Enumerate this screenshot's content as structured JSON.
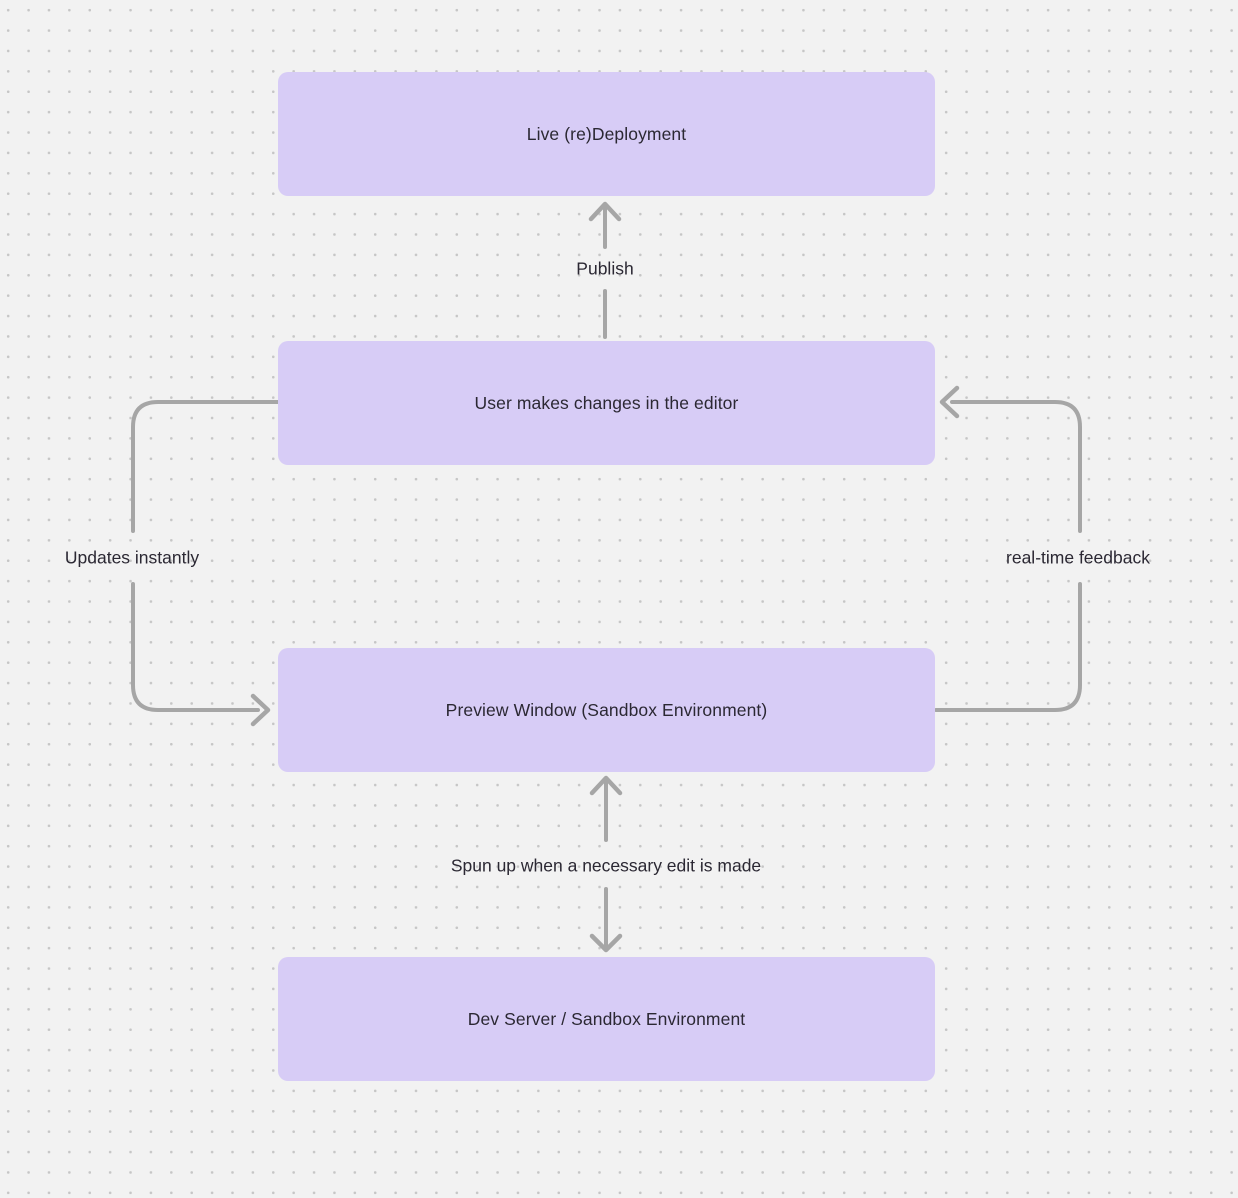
{
  "canvas": {
    "background_color": "#f2f2f2",
    "dot_color": "#c6c6c6",
    "node_fill_color": "#d7ccf6",
    "text_color": "#2b2833",
    "arrow_color": "#a6a6a6"
  },
  "nodes": [
    {
      "id": "live-redeployment",
      "label": "Live (re)Deployment"
    },
    {
      "id": "user-editor",
      "label": "User makes changes in the editor"
    },
    {
      "id": "preview-window",
      "label": "Preview Window (Sandbox Environment)"
    },
    {
      "id": "dev-server",
      "label": "Dev Server / Sandbox Environment"
    }
  ],
  "edges": [
    {
      "id": "publish",
      "label": "Publish",
      "from": "user-editor",
      "to": "live-redeployment",
      "arrow": "up"
    },
    {
      "id": "updates-instantly",
      "label": "Updates instantly",
      "from": "user-editor",
      "to": "preview-window",
      "arrow": "left-loop-down"
    },
    {
      "id": "real-time-feedback",
      "label": "real-time feedback",
      "from": "preview-window",
      "to": "user-editor",
      "arrow": "right-loop-up"
    },
    {
      "id": "spun-up",
      "label": "Spun up when a necessary edit is made",
      "from": "preview-window",
      "to": "dev-server",
      "arrow": "bidirectional"
    }
  ]
}
